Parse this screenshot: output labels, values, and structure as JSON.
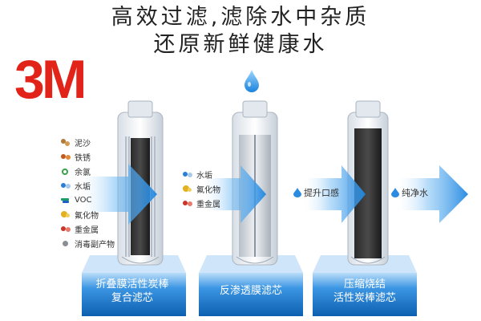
{
  "headline": {
    "line1": "高效过滤,滤除水中杂质",
    "line2": "还原新鲜健康水"
  },
  "brand": {
    "logo_text": "3M",
    "color": "#e2231a"
  },
  "contaminants_stage1": [
    {
      "label": "泥沙",
      "icon": "sand-icon"
    },
    {
      "label": "铁锈",
      "icon": "rust-icon"
    },
    {
      "label": "余氯",
      "icon": "chlorine-icon"
    },
    {
      "label": "水垢",
      "icon": "scale-icon"
    },
    {
      "label": "VOC",
      "icon": "voc-icon"
    },
    {
      "label": "氟化物",
      "icon": "fluoride-icon"
    },
    {
      "label": "重金属",
      "icon": "heavy-metal-icon"
    },
    {
      "label": "消毒副产物",
      "icon": "disinfection-byproduct-icon"
    }
  ],
  "contaminants_stage2": [
    {
      "label": "水垢",
      "icon": "scale-icon"
    },
    {
      "label": "氟化物",
      "icon": "fluoride-icon"
    },
    {
      "label": "重金属",
      "icon": "heavy-metal-icon"
    }
  ],
  "stages": [
    {
      "label_line1": "折叠膜活性炭棒",
      "label_line2": "复合滤芯"
    },
    {
      "label_line1": "反渗透膜滤芯",
      "label_line2": ""
    },
    {
      "label_line1": "压缩烧结",
      "label_line2": "活性炭棒滤芯"
    }
  ],
  "outputs": {
    "after_stage2": "提升口感",
    "after_stage3": "纯净水"
  },
  "colors": {
    "arrow_blue": "#2f8fe0",
    "pedestal_blue": "#1d7fd0"
  }
}
